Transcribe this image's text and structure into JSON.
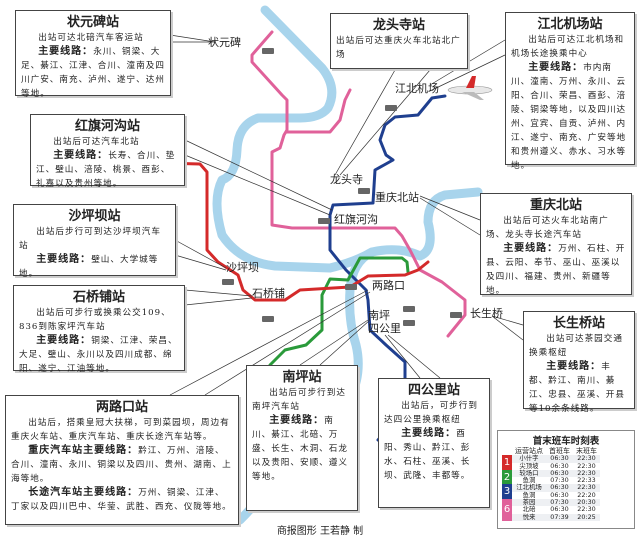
{
  "colors": {
    "line1": "#d42a2a",
    "line2": "#2a9a3a",
    "line3": "#1f3f8f",
    "line6": "#e0619a",
    "river": "#a8d4ec"
  },
  "map_labels": {
    "zhuangyuanbei": "状元碑",
    "longtousi": "龙头寺",
    "jiangbei_airport": "江北机场",
    "chongqing_north": "重庆北站",
    "hongqihegou": "红旗河沟",
    "shapingba": "沙坪坝",
    "shiqiaopu": "石桥铺",
    "lianglukou": "两路口",
    "nanping": "南坪",
    "sigongli": "四公里",
    "changshengqiao": "长生桥"
  },
  "stations": [
    {
      "title": "状元碑站",
      "desc": "出站可达北碚汽车客运站",
      "routes_label": "主要线路：",
      "routes": "永川、铜梁、大足、綦江、江津、合川、潼南及四川广安、南充、泸州、遂宁、达州等地。"
    },
    {
      "title": "龙头寺站",
      "desc": "出站后可达重庆火车北站北广场"
    },
    {
      "title": "江北机场站",
      "desc": "出站后可达江北机场和机场长途换乘中心",
      "routes_label": "主要线路：",
      "routes": "市内南川、潼南、万州、永川、云阳、合川、荣昌、酉彭、涪陵、铜梁等地，以及四川达州、宜宾、自贡、泸州、内江、遂宁、南充、广安等地和贵州遵义、赤水、习水等地。"
    },
    {
      "title": "红旗河沟站",
      "desc": "出站后可达汽车北站",
      "routes_label": "主要线路：",
      "routes": "长寿、合川、垫江、璧山、涪陵、桃景、酉彭、礼嘉以及贵州等地。"
    },
    {
      "title": "重庆北站",
      "desc": "出站后可达火车北站南广场、龙头寺长途汽车站",
      "routes_label": "主要线路：",
      "routes": "万州、石柱、开县、云阳、奉节、巫山、巫溪以及四川、福建、贵州、新疆等地。"
    },
    {
      "title": "沙坪坝站",
      "desc": "出站后步行可到达沙坪坝汽车站",
      "routes_label": "主要线路：",
      "routes": "璧山、大学城等地。"
    },
    {
      "title": "石桥铺站",
      "desc": "出站后可步行或换乘公交109、836到陈家坪汽车站",
      "routes_label": "主要线路：",
      "routes": "铜梁、江津、荣昌、大足、璧山、永川以及四川成都、绵阳、遂宁、江油等地。"
    },
    {
      "title": "长生桥站",
      "desc": "出站可达茶园交通换乘枢纽",
      "routes_label": "主要线路：",
      "routes": "丰都、黔江、南川、綦江、忠县、巫溪、开县等10余条线路。"
    },
    {
      "title": "两路口站",
      "desc": "出站后，搭乘皇冠大扶梯，可到菜园坝，周边有重庆火车站、重庆汽车站、重庆长途汽车站等。",
      "routes_label": "重庆汽车站主要线路：",
      "routes": "黔江、万州、涪陵、合川、潼南、永川、铜梁以及四川、贵州、湖南、上海等地。",
      "routes_label2": "长途汽车站主要线路：",
      "routes2": "万州、铜梁、江津、丁家以及四川巴中、华蓥、武胜、西充、仪陇等地。"
    },
    {
      "title": "南坪站",
      "desc": "出站后可步行到达南坪汽车站",
      "routes_label": "主要线路：",
      "routes": "南川、綦江、北碚、万盛、长生、木洞、石龙以及贵阳、安顺、遵义等地。"
    },
    {
      "title": "四公里站",
      "desc": "出站后，可步行到达四公里换乘枢纽",
      "routes_label": "主要线路：",
      "routes": "酉阳、秀山、黔江、彭水、石柱、巫溪、长坝、武隆、丰都等。"
    }
  ],
  "timetable": {
    "title": "首末班车时刻表",
    "headers": [
      "运营站点",
      "首班车",
      "末班车"
    ],
    "lines": [
      {
        "line": "1",
        "color": "#d42a2a",
        "rows": [
          [
            "小什字",
            "06:30",
            "22:30"
          ],
          [
            "尖顶坡",
            "06:30",
            "22:30"
          ]
        ]
      },
      {
        "line": "2",
        "color": "#2a9a3a",
        "rows": [
          [
            "较场口",
            "06:30",
            "22:30"
          ],
          [
            "鱼洞",
            "07:30",
            "22:33"
          ]
        ]
      },
      {
        "line": "3",
        "color": "#1f3f8f",
        "rows": [
          [
            "江北机场",
            "06:30",
            "22:30"
          ],
          [
            "鱼洞",
            "06:30",
            "22:20"
          ]
        ]
      },
      {
        "line": "6",
        "color": "#e0619a",
        "rows": [
          [
            "茶园",
            "07:30",
            "20:30"
          ],
          [
            "北碚",
            "06:30",
            "22:30"
          ],
          [
            "悦来",
            "07:39",
            "20:25"
          ]
        ]
      }
    ]
  },
  "credit": "商报图形   王若静   制"
}
